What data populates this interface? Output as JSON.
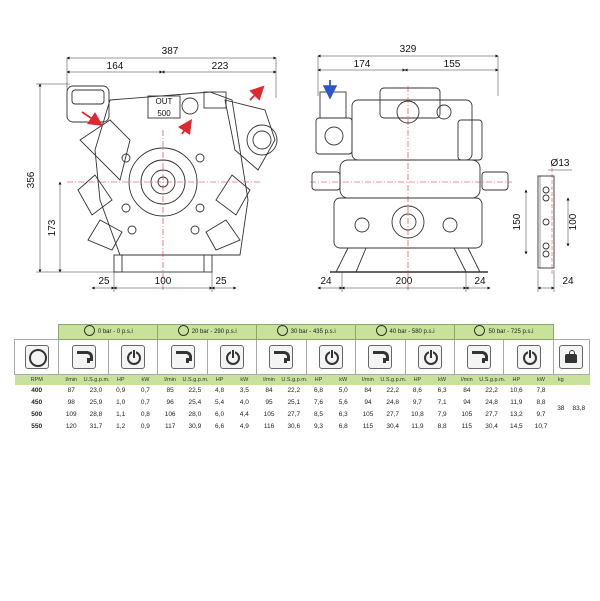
{
  "drawing": {
    "dims": {
      "front_total_width": "387",
      "front_left": "164",
      "front_right": "223",
      "front_height": "356",
      "front_shaft_height": "173",
      "front_base_left": "25",
      "front_base_center": "100",
      "front_base_right": "25",
      "side_total_width": "329",
      "side_left": "174",
      "side_right": "155",
      "side_base_left": "24",
      "side_base_center": "200",
      "side_base_right": "24",
      "foot_hole": "Ø13",
      "foot_outer": "150",
      "foot_inner": "100",
      "foot_width": "24"
    },
    "labels": {
      "out": "OUT",
      "bar": "500"
    }
  },
  "spec": {
    "pressure_columns": [
      "0 bar - 0 p.s.i",
      "20 bar - 290 p.s.i",
      "30 bar - 435 p.s.i",
      "40 bar - 580 p.s.i",
      "50 bar - 725 p.s.i"
    ],
    "units": [
      "l/min",
      "U.S.g.p.m.",
      "HP",
      "kW"
    ],
    "rpm_header": "RPM",
    "weight_header": "kg",
    "rows": [
      {
        "rpm": "400",
        "values": [
          "87",
          "23,0",
          "0,9",
          "0,7",
          "85",
          "22,5",
          "4,8",
          "3,5",
          "84",
          "22,2",
          "6,8",
          "5,0",
          "84",
          "22,2",
          "8,6",
          "6,3",
          "84",
          "22,2",
          "10,6",
          "7,8"
        ]
      },
      {
        "rpm": "450",
        "values": [
          "98",
          "25,9",
          "1,0",
          "0,7",
          "96",
          "25,4",
          "5,4",
          "4,0",
          "95",
          "25,1",
          "7,6",
          "5,6",
          "94",
          "24,8",
          "9,7",
          "7,1",
          "94",
          "24,8",
          "11,9",
          "8,8"
        ]
      },
      {
        "rpm": "500",
        "values": [
          "109",
          "28,8",
          "1,1",
          "0,8",
          "106",
          "28,0",
          "6,0",
          "4,4",
          "105",
          "27,7",
          "8,5",
          "6,3",
          "105",
          "27,7",
          "10,8",
          "7,9",
          "105",
          "27,7",
          "13,2",
          "9,7"
        ]
      },
      {
        "rpm": "550",
        "values": [
          "120",
          "31,7",
          "1,2",
          "0,9",
          "117",
          "30,9",
          "6,6",
          "4,9",
          "116",
          "30,6",
          "9,3",
          "6,8",
          "115",
          "30,4",
          "11,9",
          "8,8",
          "115",
          "30,4",
          "14,5",
          "10,7"
        ]
      }
    ],
    "weight_kg": "38",
    "weight_lb": "83,8"
  },
  "colors": {
    "header_green": "#c8e29c",
    "center_line": "#e0292f",
    "arrow_red": "#e0292f",
    "arrow_blue": "#2a58c8"
  },
  "icons": [
    "rpm-icon",
    "flow-icon",
    "power-icon",
    "weight-icon"
  ]
}
